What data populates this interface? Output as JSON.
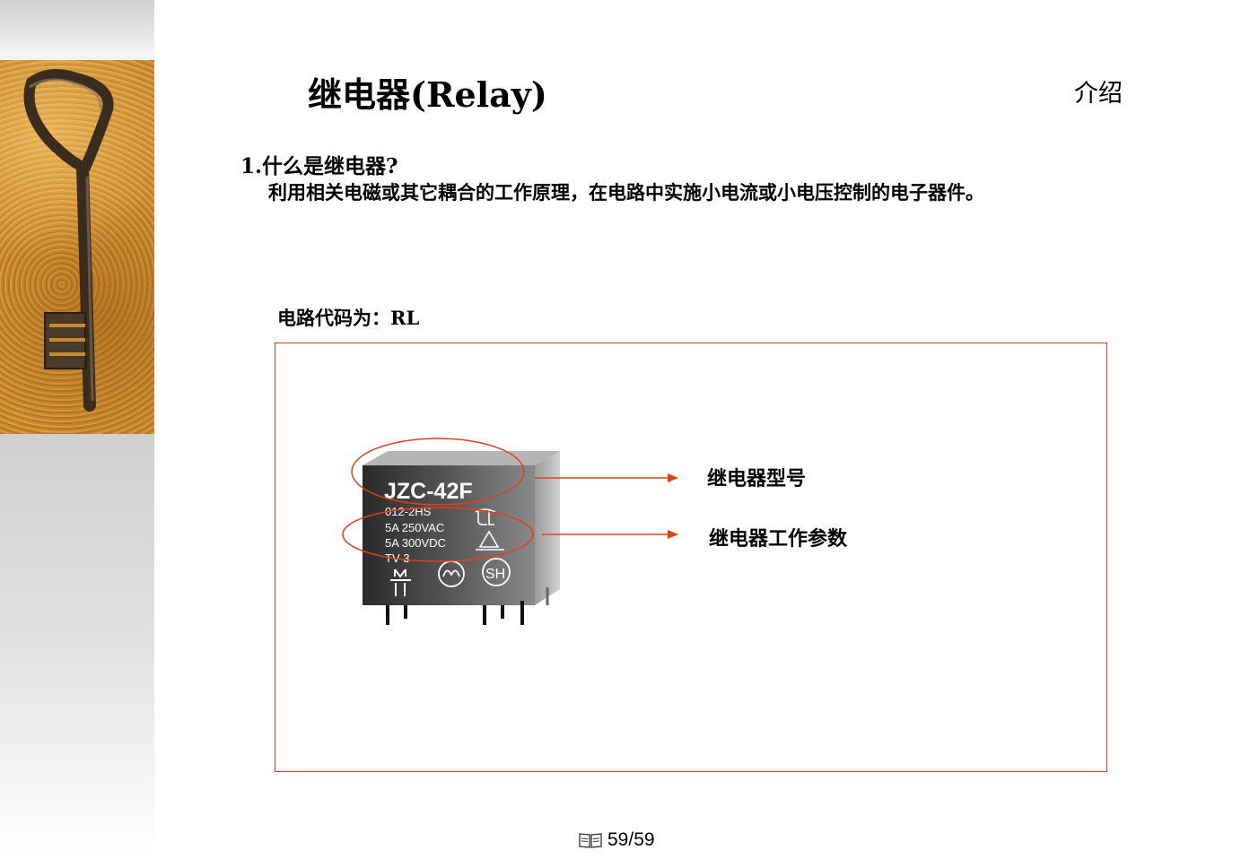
{
  "slide": {
    "title": "继电器(Relay)",
    "section": "介绍",
    "question": "1.什么是继电器?",
    "definition": "利用相关电磁或其它耦合的工作原理，在电路中实施小电流或小电压控制的电子器件。",
    "code_label": "电路代码为：RL"
  },
  "relay": {
    "model": "JZC-42F",
    "spec_lines": [
      "012-2HS",
      "5A 250VAC",
      "5A 300VDC",
      "TV-3"
    ],
    "label_model": "继电器型号",
    "label_params": "继电器工作参数"
  },
  "footer": {
    "icon": "book-icon",
    "page": "59/59"
  },
  "colors": {
    "accent": "#e0401a"
  }
}
